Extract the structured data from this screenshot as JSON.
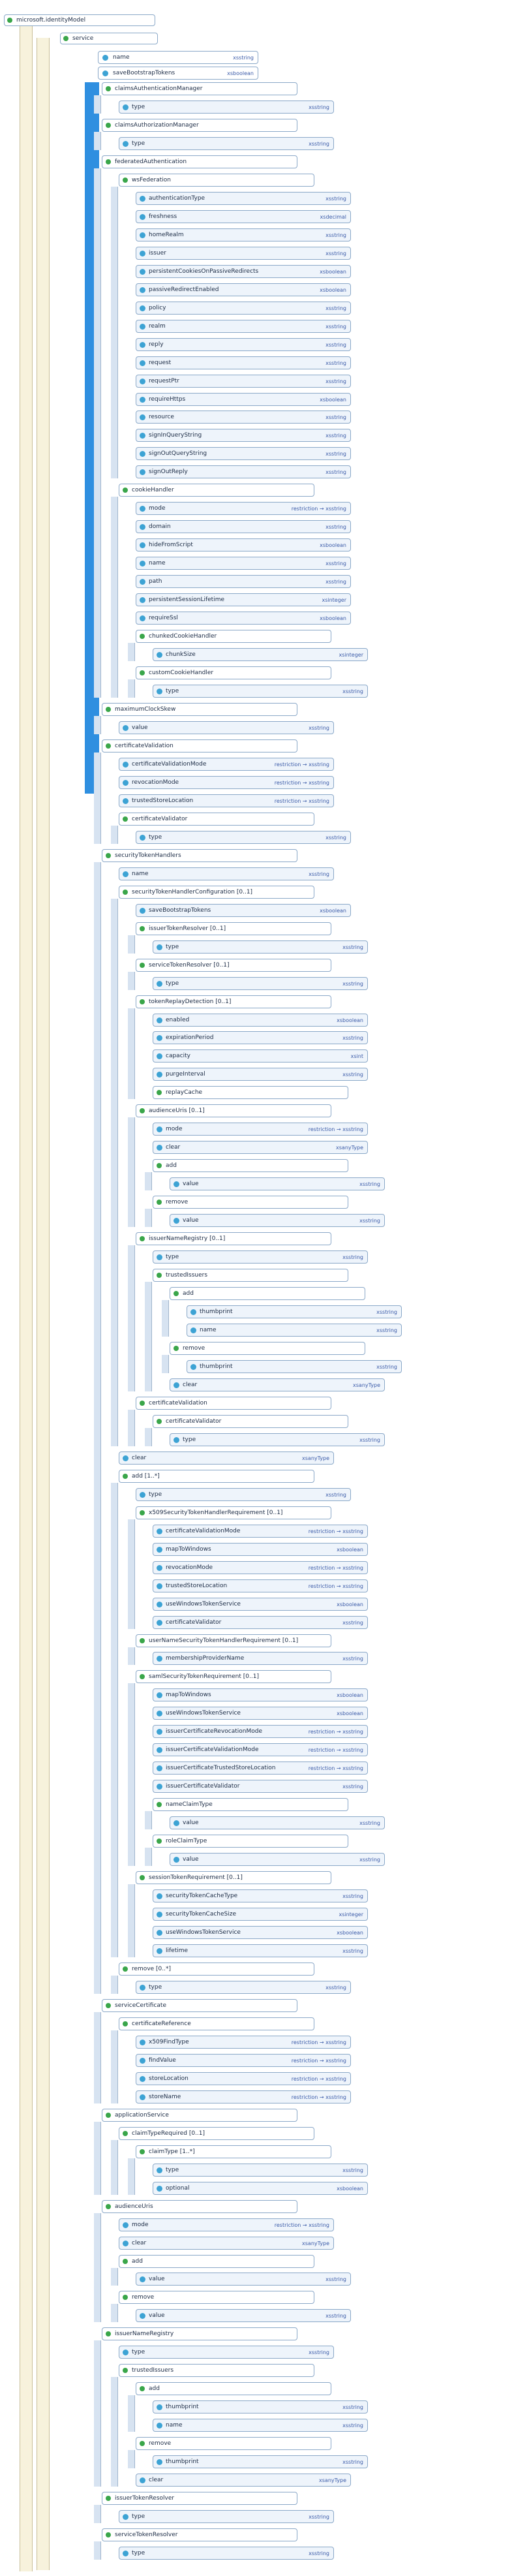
{
  "colors": {
    "box_border": "#8aa8c8",
    "band": "#d7e3f1",
    "scroll": "#2f8fe0",
    "rail": "#f7f2dc",
    "dot": "#3da3d4",
    "toggle": "#3aa64a",
    "type_text": "#3b5ba8"
  },
  "icons": {
    "expand": "expand-toggle-icon",
    "element": "element-dot-icon",
    "sequence": "sequence-icon",
    "choice": "choice-icon"
  },
  "root": {
    "title": "microsoft.identityModel",
    "child": "service"
  },
  "service": {
    "name": "name",
    "name_type": "xsstring",
    "sbt": "saveBootstrapTokens",
    "sbt_type": "xsboolean"
  },
  "nodes": [
    {
      "t": "claimsAuthenticationManager",
      "d": 0
    },
    {
      "t": "type",
      "ty": "xsstring",
      "d": 1
    },
    {
      "t": "claimsAuthorizationManager",
      "d": 0
    },
    {
      "t": "type",
      "ty": "xsstring",
      "d": 1
    },
    {
      "t": "federatedAuthentication",
      "d": 0
    },
    {
      "t": "wsFederation",
      "d": 1
    },
    {
      "t": "authenticationType",
      "ty": "xsstring",
      "d": 2
    },
    {
      "t": "freshness",
      "ty": "xsdecimal",
      "d": 2
    },
    {
      "t": "homeRealm",
      "ty": "xsstring",
      "d": 2
    },
    {
      "t": "issuer",
      "ty": "xsstring",
      "d": 2
    },
    {
      "t": "persistentCookiesOnPassiveRedirects",
      "ty": "xsboolean",
      "d": 2
    },
    {
      "t": "passiveRedirectEnabled",
      "ty": "xsboolean",
      "d": 2
    },
    {
      "t": "policy",
      "ty": "xsstring",
      "d": 2
    },
    {
      "t": "realm",
      "ty": "xsstring",
      "d": 2
    },
    {
      "t": "reply",
      "ty": "xsstring",
      "d": 2
    },
    {
      "t": "request",
      "ty": "xsstring",
      "d": 2
    },
    {
      "t": "requestPtr",
      "ty": "xsstring",
      "d": 2
    },
    {
      "t": "requireHttps",
      "ty": "xsboolean",
      "d": 2
    },
    {
      "t": "resource",
      "ty": "xsstring",
      "d": 2
    },
    {
      "t": "signInQueryString",
      "ty": "xsstring",
      "d": 2
    },
    {
      "t": "signOutQueryString",
      "ty": "xsstring",
      "d": 2
    },
    {
      "t": "signOutReply",
      "ty": "xsstring",
      "d": 2
    },
    {
      "t": "cookieHandler",
      "d": 1
    },
    {
      "t": "mode",
      "ty": "restriction → xsstring",
      "d": 2
    },
    {
      "t": "domain",
      "ty": "xsstring",
      "d": 2
    },
    {
      "t": "hideFromScript",
      "ty": "xsboolean",
      "d": 2
    },
    {
      "t": "name",
      "ty": "xsstring",
      "d": 2
    },
    {
      "t": "path",
      "ty": "xsstring",
      "d": 2
    },
    {
      "t": "persistentSessionLifetime",
      "ty": "xsinteger",
      "d": 2
    },
    {
      "t": "requireSsl",
      "ty": "xsboolean",
      "d": 2
    },
    {
      "t": "chunkedCookieHandler",
      "d": 2
    },
    {
      "t": "chunkSize",
      "ty": "xsinteger",
      "d": 3
    },
    {
      "t": "customCookieHandler",
      "d": 2
    },
    {
      "t": "type",
      "ty": "xsstring",
      "d": 3
    },
    {
      "t": "maximumClockSkew",
      "d": 0
    },
    {
      "t": "value",
      "ty": "xsstring",
      "d": 1
    },
    {
      "t": "certificateValidation",
      "d": 0
    },
    {
      "t": "certificateValidationMode",
      "ty": "restriction → xsstring",
      "d": 1
    },
    {
      "t": "revocationMode",
      "ty": "restriction → xsstring",
      "d": 1
    },
    {
      "t": "trustedStoreLocation",
      "ty": "restriction → xsstring",
      "d": 1
    },
    {
      "t": "certificateValidator",
      "d": 1
    },
    {
      "t": "type",
      "ty": "xsstring",
      "d": 2
    },
    {
      "t": "securityTokenHandlers",
      "d": 0
    },
    {
      "t": "name",
      "ty": "xsstring",
      "d": 1
    },
    {
      "t": "securityTokenHandlerConfiguration [0..1]",
      "d": 1
    },
    {
      "t": "saveBootstrapTokens",
      "ty": "xsboolean",
      "d": 2
    },
    {
      "t": "issuerTokenResolver [0..1]",
      "d": 2
    },
    {
      "t": "type",
      "ty": "xsstring",
      "d": 3
    },
    {
      "t": "serviceTokenResolver [0..1]",
      "d": 2
    },
    {
      "t": "type",
      "ty": "xsstring",
      "d": 3
    },
    {
      "t": "tokenReplayDetection [0..1]",
      "d": 2
    },
    {
      "t": "enabled",
      "ty": "xsboolean",
      "d": 3
    },
    {
      "t": "expirationPeriod",
      "ty": "xsstring",
      "d": 3
    },
    {
      "t": "capacity",
      "ty": "xsint",
      "d": 3
    },
    {
      "t": "purgeInterval",
      "ty": "xsstring",
      "d": 3
    },
    {
      "t": "replayCache",
      "d": 3
    },
    {
      "t": "audienceUris [0..1]",
      "d": 2
    },
    {
      "t": "mode",
      "ty": "restriction → xsstring",
      "d": 3
    },
    {
      "t": "clear",
      "ty": "xsanyType",
      "d": 3
    },
    {
      "t": "add",
      "d": 3
    },
    {
      "t": "value",
      "ty": "xsstring",
      "d": 4
    },
    {
      "t": "remove",
      "d": 3
    },
    {
      "t": "value",
      "ty": "xsstring",
      "d": 4
    },
    {
      "t": "issuerNameRegistry [0..1]",
      "d": 2
    },
    {
      "t": "type",
      "ty": "xsstring",
      "d": 3
    },
    {
      "t": "trustedIssuers",
      "d": 3
    },
    {
      "t": "add",
      "d": 4
    },
    {
      "t": "thumbprint",
      "ty": "xsstring",
      "d": 5
    },
    {
      "t": "name",
      "ty": "xsstring",
      "d": 5
    },
    {
      "t": "remove",
      "d": 4
    },
    {
      "t": "thumbprint",
      "ty": "xsstring",
      "d": 5
    },
    {
      "t": "clear",
      "ty": "xsanyType",
      "d": 4
    },
    {
      "t": "certificateValidation",
      "d": 2
    },
    {
      "t": "certificateValidator",
      "d": 3
    },
    {
      "t": "type",
      "ty": "xsstring",
      "d": 4
    },
    {
      "t": "clear",
      "ty": "xsanyType",
      "d": 1
    },
    {
      "t": "add [1..*]",
      "d": 1
    },
    {
      "t": "type",
      "ty": "xsstring",
      "d": 2
    },
    {
      "t": "x509SecurityTokenHandlerRequirement [0..1]",
      "d": 2
    },
    {
      "t": "certificateValidationMode",
      "ty": "restriction → xsstring",
      "d": 3
    },
    {
      "t": "mapToWindows",
      "ty": "xsboolean",
      "d": 3
    },
    {
      "t": "revocationMode",
      "ty": "restriction → xsstring",
      "d": 3
    },
    {
      "t": "trustedStoreLocation",
      "ty": "restriction → xsstring",
      "d": 3
    },
    {
      "t": "useWindowsTokenService",
      "ty": "xsboolean",
      "d": 3
    },
    {
      "t": "certificateValidator",
      "ty": "xsstring",
      "d": 3
    },
    {
      "t": "userNameSecurityTokenHandlerRequirement [0..1]",
      "d": 2
    },
    {
      "t": "membershipProviderName",
      "ty": "xsstring",
      "d": 3
    },
    {
      "t": "samlSecurityTokenRequirement [0..1]",
      "d": 2
    },
    {
      "t": "mapToWindows",
      "ty": "xsboolean",
      "d": 3
    },
    {
      "t": "useWindowsTokenService",
      "ty": "xsboolean",
      "d": 3
    },
    {
      "t": "issuerCertificateRevocationMode",
      "ty": "restriction → xsstring",
      "d": 3
    },
    {
      "t": "issuerCertificateValidationMode",
      "ty": "restriction → xsstring",
      "d": 3
    },
    {
      "t": "issuerCertificateTrustedStoreLocation",
      "ty": "restriction → xsstring",
      "d": 3
    },
    {
      "t": "issuerCertificateValidator",
      "ty": "xsstring",
      "d": 3
    },
    {
      "t": "nameClaimType",
      "d": 3
    },
    {
      "t": "value",
      "ty": "xsstring",
      "d": 4
    },
    {
      "t": "roleClaimType",
      "d": 3
    },
    {
      "t": "value",
      "ty": "xsstring",
      "d": 4
    },
    {
      "t": "sessionTokenRequirement [0..1]",
      "d": 2
    },
    {
      "t": "securityTokenCacheType",
      "ty": "xsstring",
      "d": 3
    },
    {
      "t": "securityTokenCacheSize",
      "ty": "xsinteger",
      "d": 3
    },
    {
      "t": "useWindowsTokenService",
      "ty": "xsboolean",
      "d": 3
    },
    {
      "t": "lifetime",
      "ty": "xsstring",
      "d": 3
    },
    {
      "t": "remove [0..*]",
      "d": 1
    },
    {
      "t": "type",
      "ty": "xsstring",
      "d": 2
    },
    {
      "t": "serviceCertificate",
      "d": 0
    },
    {
      "t": "certificateReference",
      "d": 1
    },
    {
      "t": "x509FindType",
      "ty": "restriction → xsstring",
      "d": 2
    },
    {
      "t": "findValue",
      "ty": "restriction → xsstring",
      "d": 2
    },
    {
      "t": "storeLocation",
      "ty": "restriction → xsstring",
      "d": 2
    },
    {
      "t": "storeName",
      "ty": "restriction → xsstring",
      "d": 2
    },
    {
      "t": "applicationService",
      "d": 0
    },
    {
      "t": "claimTypeRequired [0..1]",
      "d": 1
    },
    {
      "t": "claimType [1..*]",
      "d": 2
    },
    {
      "t": "type",
      "ty": "xsstring",
      "d": 3
    },
    {
      "t": "optional",
      "ty": "xsboolean",
      "d": 3
    },
    {
      "t": "audienceUris",
      "d": 0
    },
    {
      "t": "mode",
      "ty": "restriction → xsstring",
      "d": 1
    },
    {
      "t": "clear",
      "ty": "xsanyType",
      "d": 1
    },
    {
      "t": "add",
      "d": 1
    },
    {
      "t": "value",
      "ty": "xsstring",
      "d": 2
    },
    {
      "t": "remove",
      "d": 1
    },
    {
      "t": "value",
      "ty": "xsstring",
      "d": 2
    },
    {
      "t": "issuerNameRegistry",
      "d": 0
    },
    {
      "t": "type",
      "ty": "xsstring",
      "d": 1
    },
    {
      "t": "trustedIssuers",
      "d": 1
    },
    {
      "t": "add",
      "d": 2
    },
    {
      "t": "thumbprint",
      "ty": "xsstring",
      "d": 3
    },
    {
      "t": "name",
      "ty": "xsstring",
      "d": 3
    },
    {
      "t": "remove",
      "d": 2
    },
    {
      "t": "thumbprint",
      "ty": "xsstring",
      "d": 3
    },
    {
      "t": "clear",
      "ty": "xsanyType",
      "d": 2
    },
    {
      "t": "issuerTokenResolver",
      "d": 0
    },
    {
      "t": "type",
      "ty": "xsstring",
      "d": 1
    },
    {
      "t": "serviceTokenResolver",
      "d": 0
    },
    {
      "t": "type",
      "ty": "xsstring",
      "d": 1
    }
  ]
}
